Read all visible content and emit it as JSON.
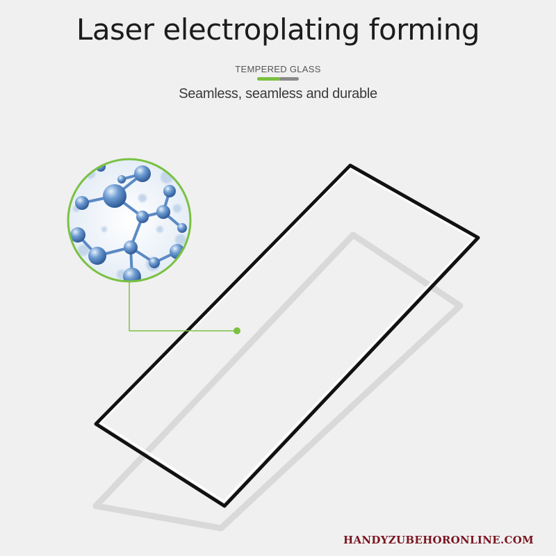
{
  "header": {
    "title": "Laser electroplating forming",
    "tag": "TEMPERED GLASS",
    "subtitle": "Seamless, seamless and durable"
  },
  "tag_bar": {
    "highlight_fraction": 0.55
  },
  "watermark": "HANDYZUBEHORONLINE.COM",
  "colors": {
    "accent_green": "#7ac142",
    "molecule_blue": "#4a7fbf",
    "glass_frame": "#111111",
    "background": "#f0f0f0",
    "watermark": "#7a1520"
  },
  "icons": {
    "molecule": "molecule-magnifier-icon",
    "callout": "callout-dot-icon"
  }
}
